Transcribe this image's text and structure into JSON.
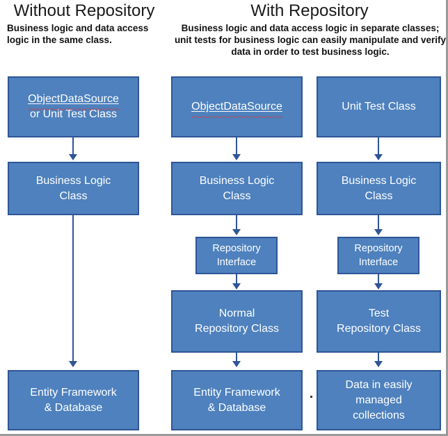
{
  "columns": {
    "left": {
      "title": "Without Repository",
      "caption": "Business logic and data access logic in the same class."
    },
    "right": {
      "title": "With Repository",
      "caption": "Business logic and data access logic in separate classes; unit tests for business logic can easily manipulate and verify data in order to test business logic."
    }
  },
  "colors": {
    "box_fill": "#4E81BD",
    "box_border": "#2F5597",
    "box_text": "#FFFFFF",
    "connector": "#2F5597",
    "spellcheck_underline": "#E03030",
    "frame": "#9A9A9A",
    "background": "#FFFFFF"
  },
  "flows": {
    "without_repository": {
      "nodes": [
        {
          "id": "odsUnitTest",
          "line1": "ObjectDataSource",
          "line1_spellchecked": true,
          "line2": "or Unit Test Class"
        },
        {
          "id": "businessLogic",
          "line1": "Business Logic",
          "line2": "Class"
        },
        {
          "id": "entityFramework",
          "line1": "Entity Framework",
          "line2": "& Database"
        }
      ]
    },
    "with_repository_normal": {
      "nodes": [
        {
          "id": "objectDataSource",
          "line1": "ObjectDataSource",
          "line1_spellchecked": true,
          "line2": ""
        },
        {
          "id": "businessLogic",
          "line1": "Business Logic",
          "line2": "Class"
        },
        {
          "id": "repositoryInterface",
          "line1": "Repository",
          "line2": "Interface"
        },
        {
          "id": "normalRepository",
          "line1": "Normal",
          "line2": "Repository Class"
        },
        {
          "id": "entityFramework",
          "line1": "Entity Framework",
          "line2": "& Database"
        }
      ]
    },
    "with_repository_test": {
      "nodes": [
        {
          "id": "unitTestClass",
          "line1": "Unit Test Class",
          "line2": ""
        },
        {
          "id": "businessLogic",
          "line1": "Business Logic",
          "line2": "Class"
        },
        {
          "id": "repositoryInterface",
          "line1": "Repository",
          "line2": "Interface"
        },
        {
          "id": "testRepository",
          "line1": "Test",
          "line2": "Repository Class"
        },
        {
          "id": "inMemoryData",
          "line1": "Data in easily",
          "line2": "managed",
          "line3": "collections"
        }
      ]
    }
  }
}
